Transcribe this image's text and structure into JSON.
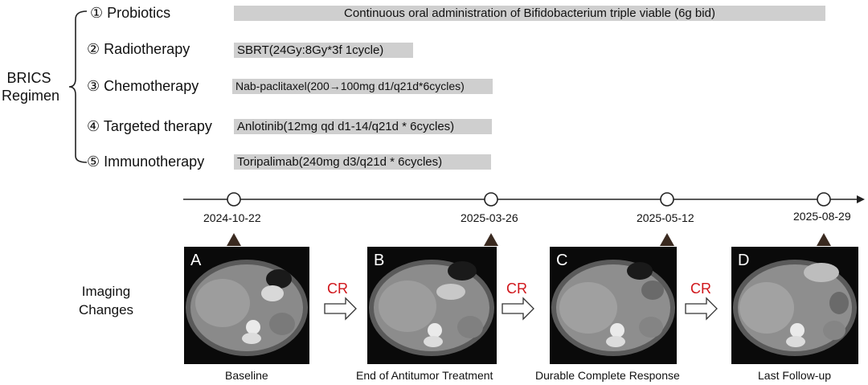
{
  "regimen_label_line1": "BRICS",
  "regimen_label_line2": "Regimen",
  "regimen": [
    {
      "name": "① Probiotics",
      "detail": "Continuous oral administration of Bifidobacterium triple viable (6g bid)"
    },
    {
      "name": "② Radiotherapy",
      "detail": "SBRT(24Gy:8Gy*3f 1cycle)"
    },
    {
      "name": "③ Chemotherapy",
      "detail": "Nab-paclitaxel(200→100mg d1/q21d*6cycles)"
    },
    {
      "name": "④ Targeted therapy",
      "detail": "Anlotinib(12mg qd d1-14/q21d * 6cycles)"
    },
    {
      "name": "⑤ Immunotherapy",
      "detail": "Toripalimab(240mg d3/q21d * 6cycles)"
    }
  ],
  "timeline_dates": [
    "2024-10-22",
    "2025-03-26",
    "2025-05-12",
    "2025-08-29"
  ],
  "imaging_label_line1": "Imaging",
  "imaging_label_line2": "Changes",
  "panels": [
    {
      "letter": "A",
      "caption": "Baseline"
    },
    {
      "letter": "B",
      "caption": "End of Antitumor Treatment"
    },
    {
      "letter": "C",
      "caption": "Durable Complete Response"
    },
    {
      "letter": "D",
      "caption": "Last Follow-up"
    }
  ],
  "transitions": [
    "CR",
    "CR",
    "CR"
  ],
  "colors": {
    "bar": "#cfcfcf",
    "cr": "#d0161b",
    "ct_background": "#0a0a0a"
  }
}
